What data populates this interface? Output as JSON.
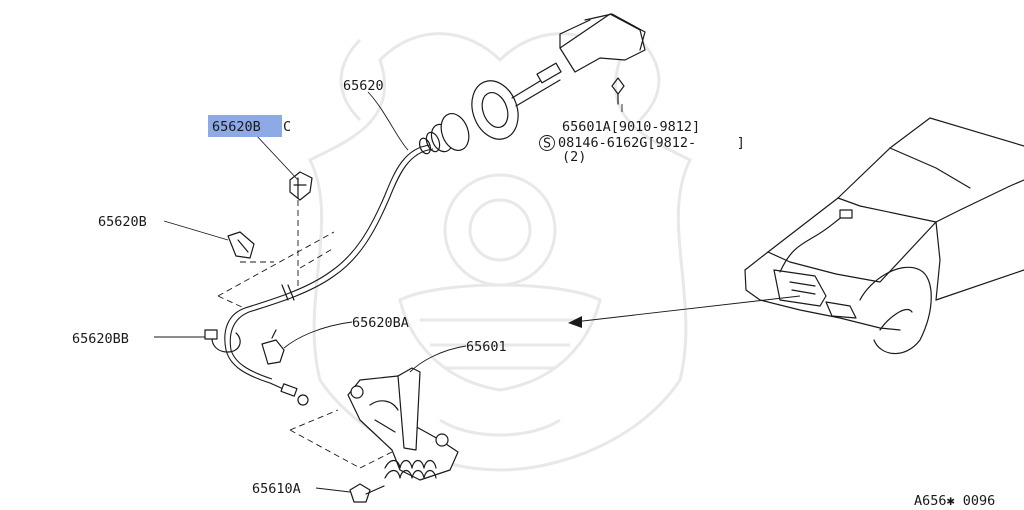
{
  "diagram": {
    "highlight_color": "#8da9e6",
    "line_color": "#1a1a1a",
    "labels": {
      "p65620": "65620",
      "p65620BC_highlight": "65620B",
      "p65620BC_rest": "C",
      "p65620B": "65620B",
      "p65620BB": "65620BB",
      "p65620BA": "65620BA",
      "p65601": "65601",
      "p65610A": "65610A",
      "p65601A_line1": "65601A[9010-9812]",
      "p08146_line2": "08146-6162G[9812-     ]",
      "p08146_qty": "(2)",
      "circle_s": "S"
    },
    "figure_code": "A656✱ 0096",
    "icons": [
      "watermark-emblem",
      "car-outline",
      "pointer-arrow"
    ]
  }
}
